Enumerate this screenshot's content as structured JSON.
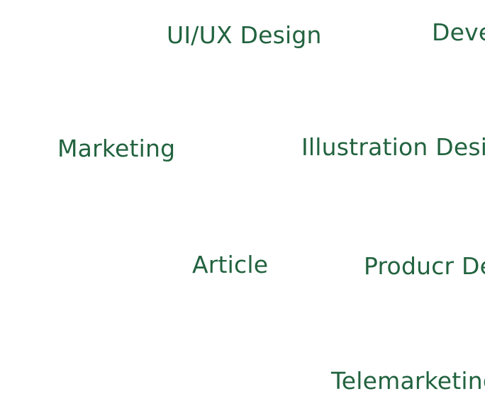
{
  "theme": {
    "text_color": "#22633f",
    "background": "#ffffff"
  },
  "tags": [
    {
      "label": "UI/UX Design"
    },
    {
      "label": "Development"
    },
    {
      "label": "Marketing"
    },
    {
      "label": "Illustration Design"
    },
    {
      "label": "Article"
    },
    {
      "label": "Producr Design"
    },
    {
      "label": "Telemarketing"
    }
  ]
}
